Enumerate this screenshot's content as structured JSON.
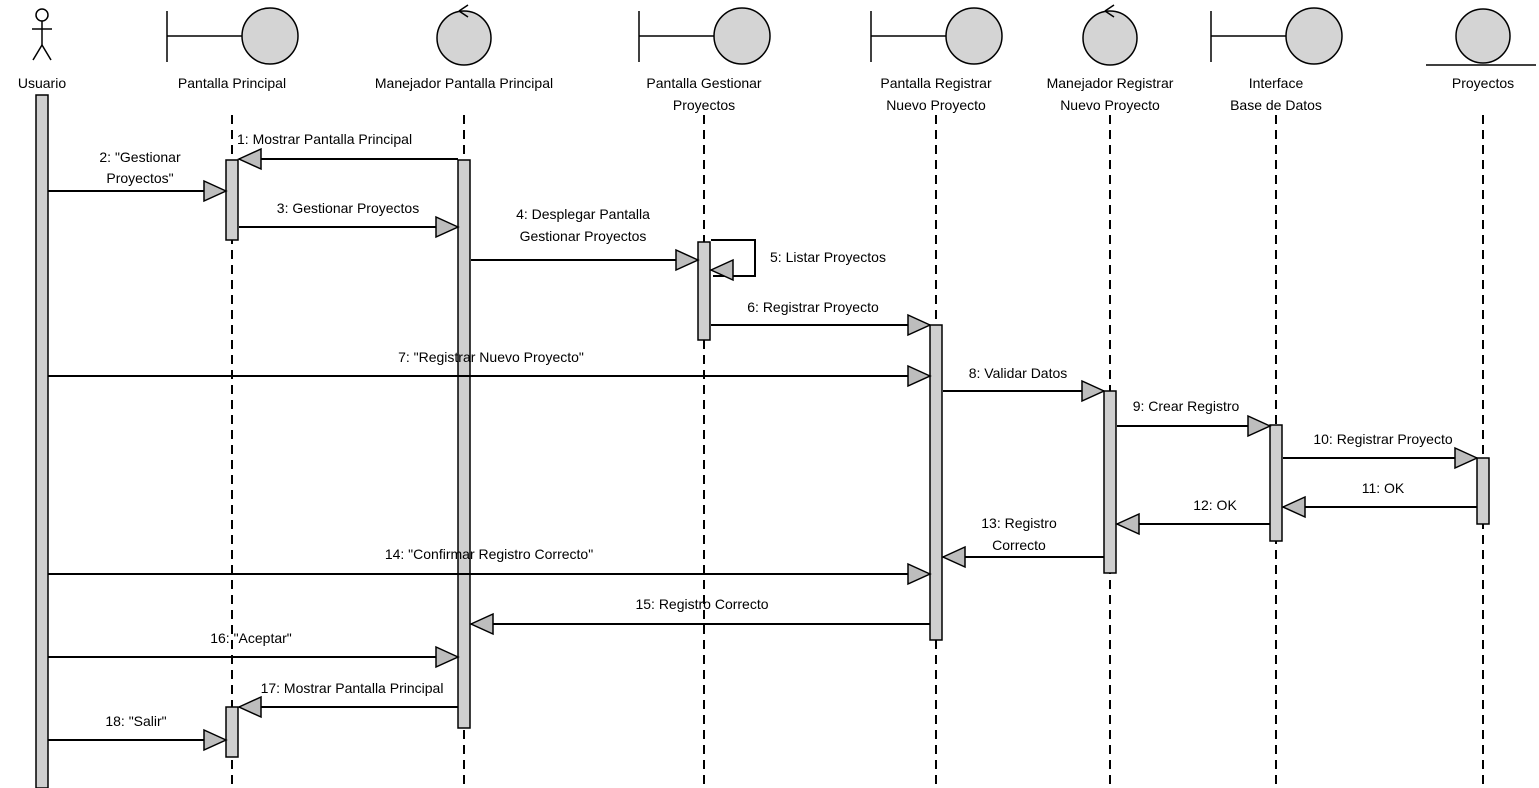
{
  "participants": [
    {
      "id": "usuario",
      "kind": "actor",
      "name": [
        "Usuario"
      ]
    },
    {
      "id": "pantalla-principal",
      "kind": "boundary",
      "name": [
        "Pantalla Principal"
      ]
    },
    {
      "id": "manejador-pantalla-principal",
      "kind": "control",
      "name": [
        "Manejador Pantalla Principal"
      ]
    },
    {
      "id": "pantalla-gestionar-proyectos",
      "kind": "boundary",
      "name": [
        "Pantalla Gestionar",
        "Proyectos"
      ]
    },
    {
      "id": "pantalla-registrar-nuevo-proyecto",
      "kind": "boundary",
      "name": [
        "Pantalla Registrar",
        "Nuevo Proyecto"
      ]
    },
    {
      "id": "manejador-registrar-nuevo-proyecto",
      "kind": "control",
      "name": [
        "Manejador Registrar",
        "Nuevo Proyecto"
      ]
    },
    {
      "id": "interface-base-de-datos",
      "kind": "boundary",
      "name": [
        "Interface",
        "Base de Datos"
      ]
    },
    {
      "id": "proyectos",
      "kind": "entity",
      "name": [
        "Proyectos"
      ]
    }
  ],
  "messages": [
    {
      "num": 1,
      "from": "manejador-pantalla-principal",
      "to": "pantalla-principal",
      "label": [
        "1: Mostrar Pantalla Principal"
      ]
    },
    {
      "num": 2,
      "from": "usuario",
      "to": "pantalla-principal",
      "label": [
        "2: \"Gestionar",
        "Proyectos\""
      ]
    },
    {
      "num": 3,
      "from": "pantalla-principal",
      "to": "manejador-pantalla-principal",
      "label": [
        "3: Gestionar Proyectos"
      ]
    },
    {
      "num": 4,
      "from": "manejador-pantalla-principal",
      "to": "pantalla-gestionar-proyectos",
      "label": [
        "4: Desplegar Pantalla",
        "Gestionar Proyectos"
      ]
    },
    {
      "num": 5,
      "from": "pantalla-gestionar-proyectos",
      "to": "pantalla-gestionar-proyectos",
      "label": [
        "5: Listar Proyectos"
      ]
    },
    {
      "num": 6,
      "from": "pantalla-gestionar-proyectos",
      "to": "pantalla-registrar-nuevo-proyecto",
      "label": [
        "6: Registrar Proyecto"
      ]
    },
    {
      "num": 7,
      "from": "usuario",
      "to": "pantalla-registrar-nuevo-proyecto",
      "label": [
        "7: \"Registrar Nuevo Proyecto\""
      ]
    },
    {
      "num": 8,
      "from": "pantalla-registrar-nuevo-proyecto",
      "to": "manejador-registrar-nuevo-proyecto",
      "label": [
        "8: Validar Datos"
      ]
    },
    {
      "num": 9,
      "from": "manejador-registrar-nuevo-proyecto",
      "to": "interface-base-de-datos",
      "label": [
        "9: Crear Registro"
      ]
    },
    {
      "num": 10,
      "from": "interface-base-de-datos",
      "to": "proyectos",
      "label": [
        "10: Registrar Proyecto"
      ]
    },
    {
      "num": 11,
      "from": "proyectos",
      "to": "interface-base-de-datos",
      "label": [
        "11: OK"
      ]
    },
    {
      "num": 12,
      "from": "interface-base-de-datos",
      "to": "manejador-registrar-nuevo-proyecto",
      "label": [
        "12: OK"
      ]
    },
    {
      "num": 13,
      "from": "manejador-registrar-nuevo-proyecto",
      "to": "pantalla-registrar-nuevo-proyecto",
      "label": [
        "13: Registro",
        "Correcto"
      ]
    },
    {
      "num": 14,
      "from": "usuario",
      "to": "pantalla-registrar-nuevo-proyecto",
      "label": [
        "14: \"Confirmar Registro Correcto\""
      ]
    },
    {
      "num": 15,
      "from": "pantalla-registrar-nuevo-proyecto",
      "to": "manejador-pantalla-principal",
      "label": [
        "15: Registro Correcto"
      ]
    },
    {
      "num": 16,
      "from": "usuario",
      "to": "manejador-pantalla-principal",
      "label": [
        "16: \"Aceptar\""
      ]
    },
    {
      "num": 17,
      "from": "manejador-pantalla-principal",
      "to": "pantalla-principal",
      "label": [
        "17: Mostrar Pantalla Principal"
      ]
    },
    {
      "num": 18,
      "from": "usuario",
      "to": "pantalla-principal",
      "label": [
        "18: \"Salir\""
      ]
    }
  ]
}
